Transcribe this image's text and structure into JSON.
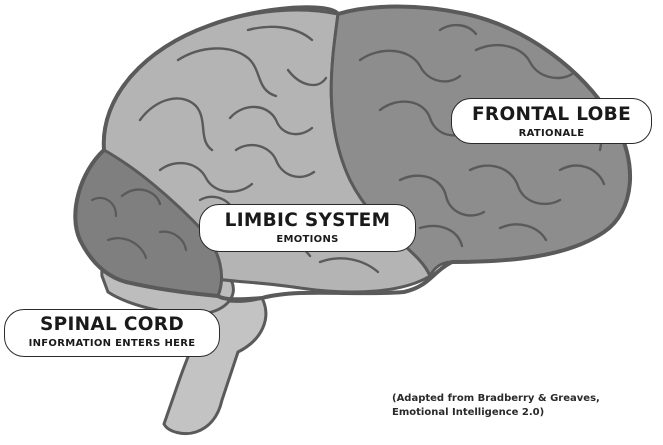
{
  "labels": {
    "frontal": {
      "title": "FRONTAL LOBE",
      "subtitle": "RATIONALE"
    },
    "limbic": {
      "title": "LIMBIC SYSTEM",
      "subtitle": "EMOTIONS"
    },
    "spinal": {
      "title": "SPINAL CORD",
      "subtitle": "INFORMATION ENTERS HERE"
    }
  },
  "citation": {
    "line1": "(Adapted from Bradberry & Greaves,",
    "line2": "Emotional Intelligence 2.0)"
  },
  "colors": {
    "frontal_fill": "#8d8d8d",
    "limbic_fill": "#b4b4b4",
    "temporal_fill": "#7f7f7f",
    "stem_fill": "#c3c3c3",
    "cerebellum_fill": "#bdbdbd",
    "outline": "#5a5a5a"
  },
  "icons": [
    "brain-illustration"
  ]
}
